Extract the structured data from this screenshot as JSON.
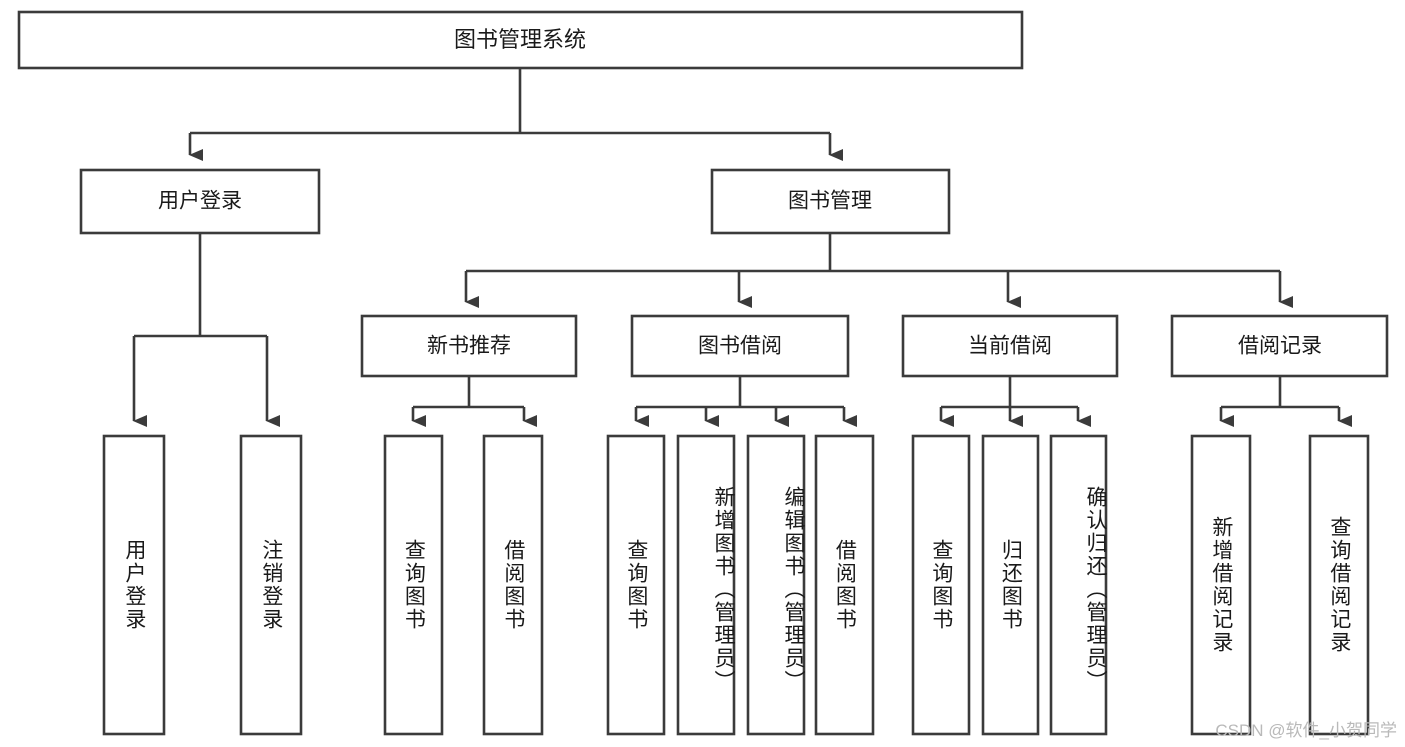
{
  "diagram": {
    "title": "图书管理系统",
    "type": "tree-hierarchy",
    "root": {
      "id": "root",
      "label": "图书管理系统"
    },
    "level2": [
      {
        "id": "user-login",
        "label": "用户登录"
      },
      {
        "id": "book-manage",
        "label": "图书管理"
      }
    ],
    "level3": [
      {
        "id": "new-book-rec",
        "label": "新书推荐",
        "parent": "book-manage"
      },
      {
        "id": "book-borrow",
        "label": "图书借阅",
        "parent": "book-manage"
      },
      {
        "id": "current-borrow",
        "label": "当前借阅",
        "parent": "book-manage"
      },
      {
        "id": "borrow-record",
        "label": "借阅记录",
        "parent": "book-manage"
      }
    ],
    "leaves": {
      "user-login": [
        {
          "id": "leaf-user-login",
          "label": "用户登录"
        },
        {
          "id": "leaf-user-logout",
          "label": "注销登录"
        }
      ],
      "new-book-rec": [
        {
          "id": "leaf-query-book-1",
          "label": "查询图书"
        },
        {
          "id": "leaf-borrow-book-1",
          "label": "借阅图书"
        }
      ],
      "book-borrow": [
        {
          "id": "leaf-query-book-2",
          "label": "查询图书"
        },
        {
          "id": "leaf-add-book",
          "label": "新增图书（管理员）"
        },
        {
          "id": "leaf-edit-book",
          "label": "编辑图书（管理员）"
        },
        {
          "id": "leaf-borrow-book-2",
          "label": "借阅图书"
        }
      ],
      "current-borrow": [
        {
          "id": "leaf-query-book-3",
          "label": "查询图书"
        },
        {
          "id": "leaf-return-book",
          "label": "归还图书"
        },
        {
          "id": "leaf-confirm-return",
          "label": "确认归还（管理员）"
        }
      ],
      "borrow-record": [
        {
          "id": "leaf-add-record",
          "label": "新增借阅记录"
        },
        {
          "id": "leaf-query-record",
          "label": "查询借阅记录"
        }
      ]
    }
  },
  "watermark": {
    "text": "CSDN @软件_小贺同学"
  },
  "colors": {
    "background": "#ffffff",
    "box_fill": "#ffffff",
    "box_stroke": "#3b3b3b",
    "text": "#1a1a1a",
    "watermark": "#b9b9b9"
  }
}
